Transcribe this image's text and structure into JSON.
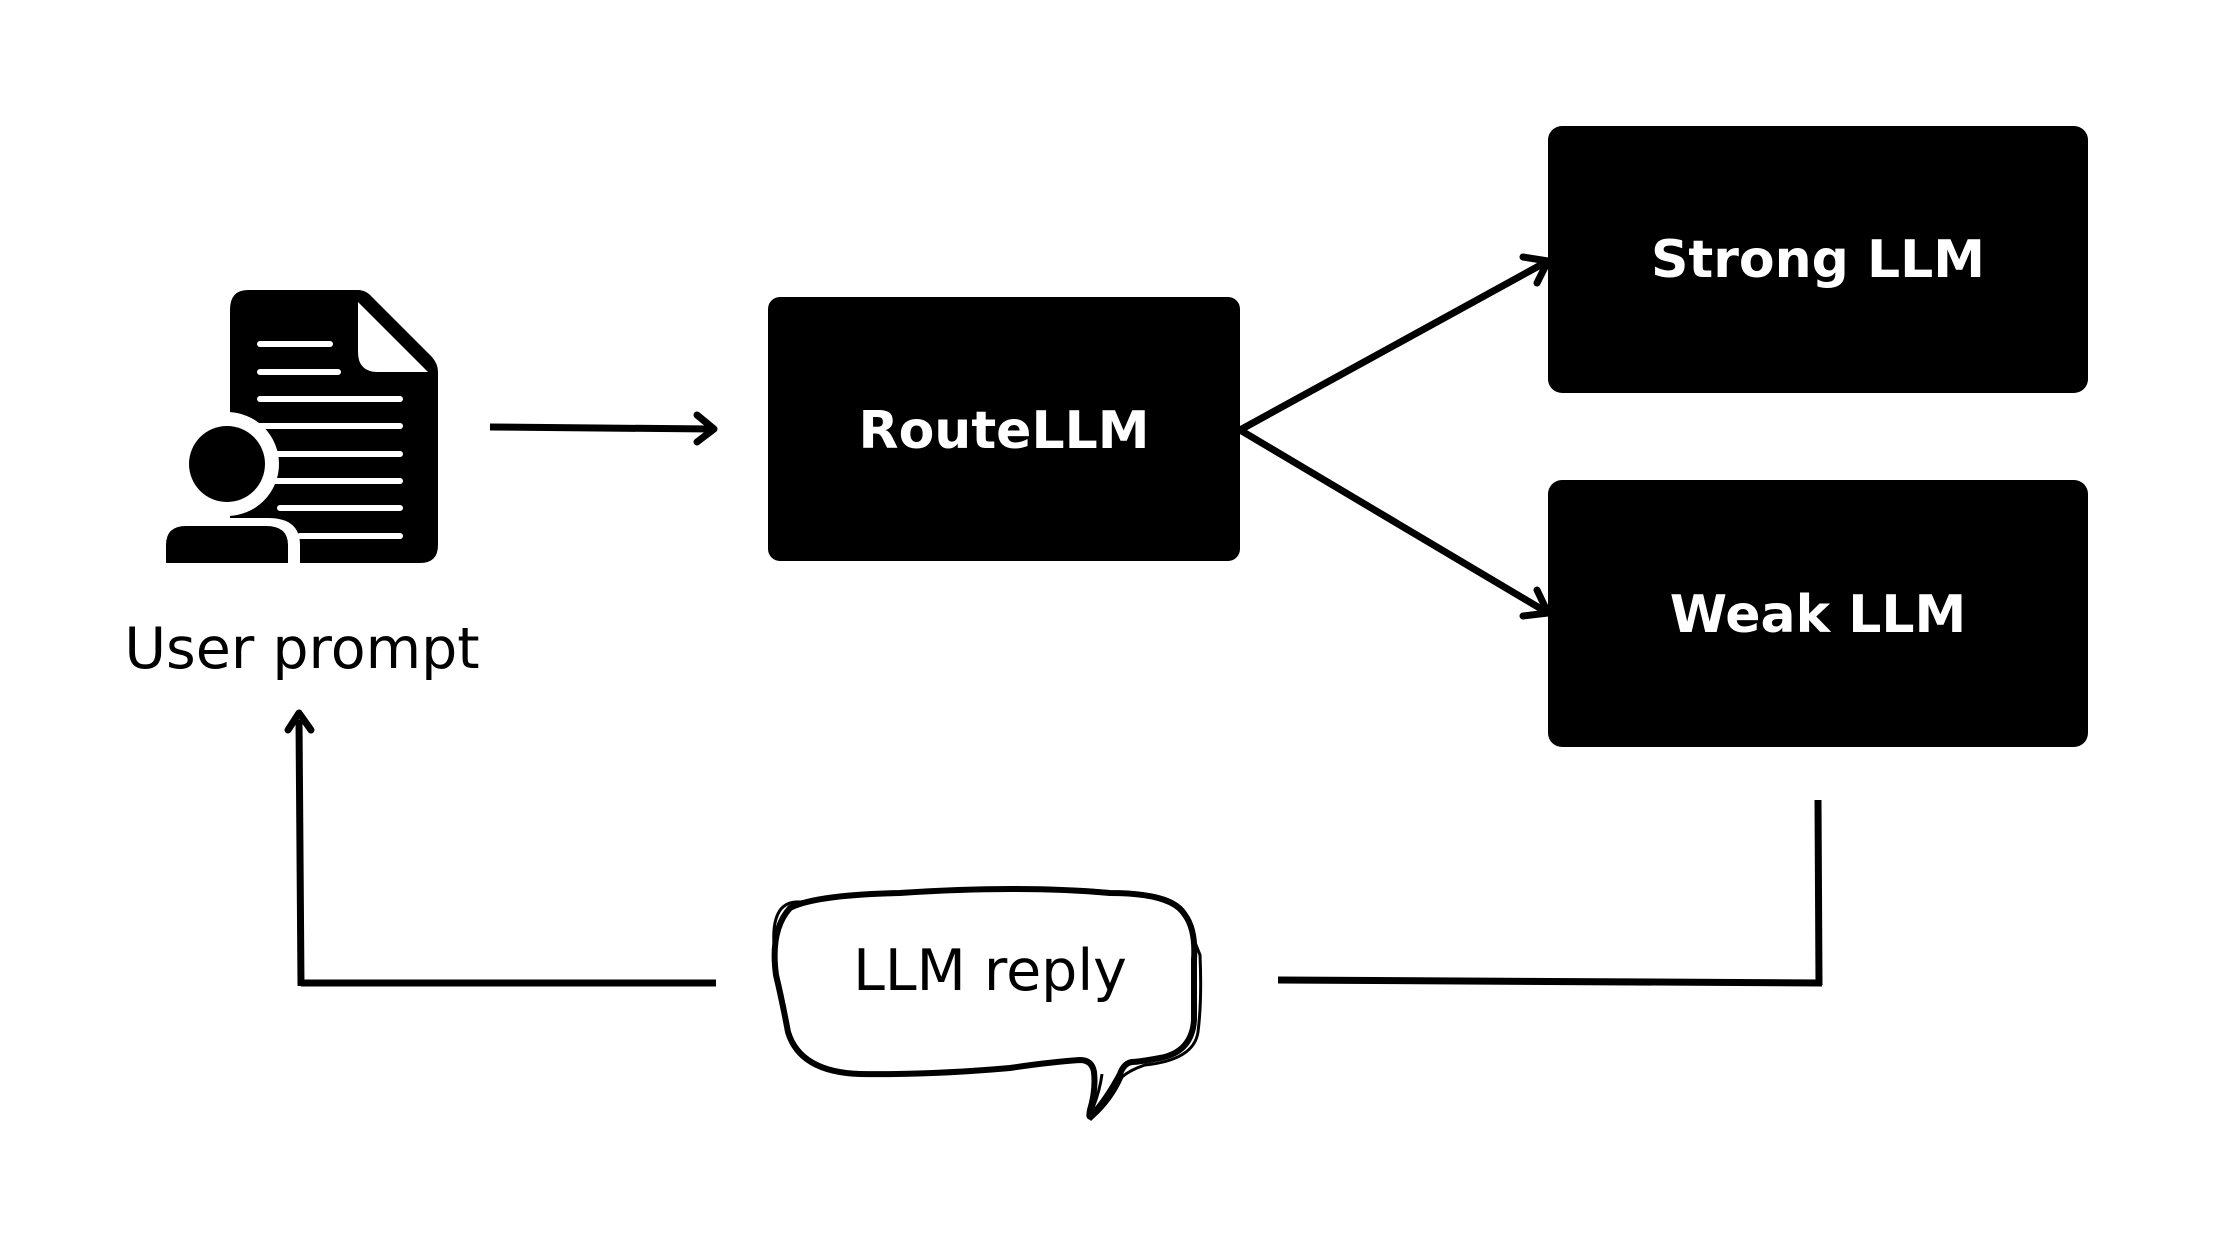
{
  "nodes": {
    "user_prompt": {
      "label": "User prompt",
      "icon": "user-document-icon"
    },
    "router": {
      "label": "RouteLLM"
    },
    "strong": {
      "label": "Strong LLM"
    },
    "weak": {
      "label": "Weak LLM"
    },
    "reply": {
      "label": "LLM reply",
      "icon": "speech-bubble-icon"
    }
  },
  "edges": [
    {
      "from": "User prompt",
      "to": "RouteLLM"
    },
    {
      "from": "RouteLLM",
      "to": "Strong LLM"
    },
    {
      "from": "RouteLLM",
      "to": "Weak LLM"
    },
    {
      "from": "Weak LLM",
      "to": "LLM reply"
    },
    {
      "from": "LLM reply",
      "to": "User prompt"
    }
  ],
  "colors": {
    "box_fill": "#000000",
    "box_text": "#ffffff",
    "line": "#000000",
    "background": "#ffffff"
  }
}
